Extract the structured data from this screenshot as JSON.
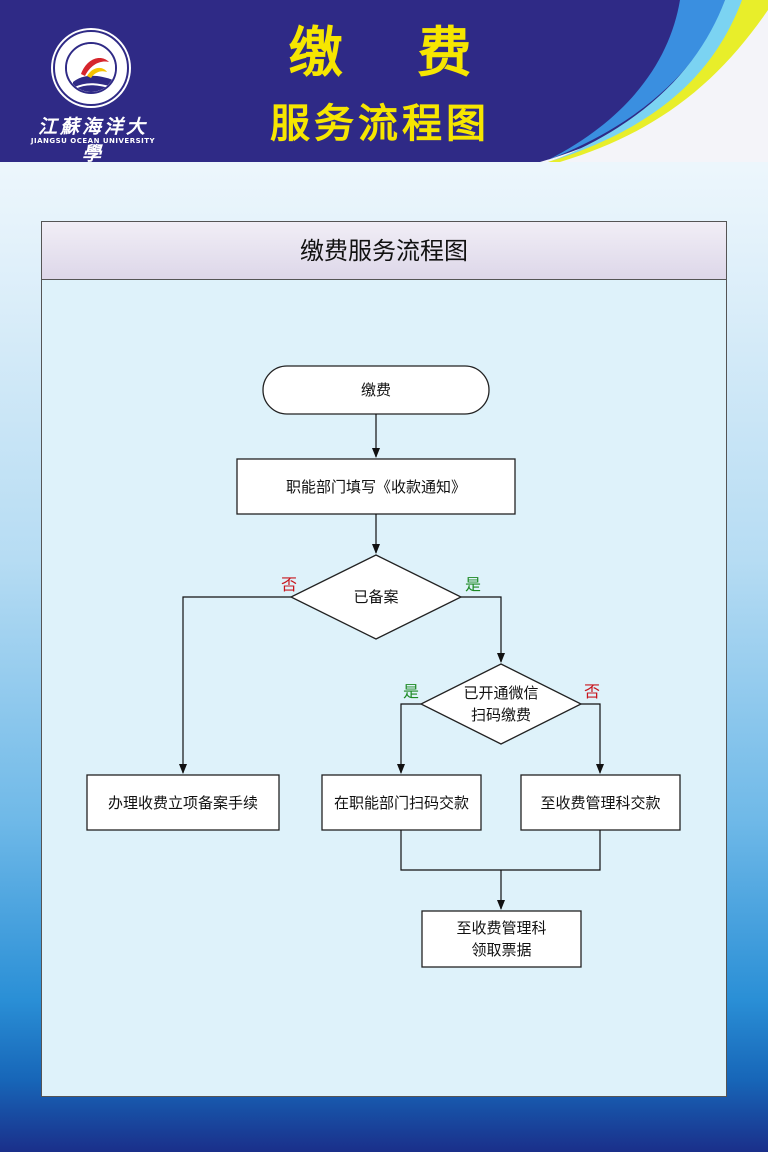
{
  "header": {
    "title_main": "缴 费",
    "title_sub": "服务流程图",
    "logo": {
      "name_cn": "江蘇海洋大學",
      "name_en": "JIANGSU OCEAN UNIVERSITY"
    }
  },
  "panel": {
    "title": "缴费服务流程图"
  },
  "flow": {
    "start": "缴费",
    "step_fill_notice": "职能部门填写《收款通知》",
    "decision_filed": "已备案",
    "decision_wechat_line1": "已开通微信",
    "decision_wechat_line2": "扫码缴费",
    "step_filing": "办理收费立项备案手续",
    "step_scan_pay": "在职能部门扫码交款",
    "step_office_pay": "至收费管理科交款",
    "step_receipt_line1": "至收费管理科",
    "step_receipt_line2": "领取票据",
    "label_yes_1": "是",
    "label_no_1": "否",
    "label_yes_2": "是",
    "label_no_2": "否"
  },
  "colors": {
    "header_bg": "#2f2a86",
    "title_yellow": "#f6e600",
    "yes_green": "#1d8a24",
    "no_red": "#c8161d"
  }
}
